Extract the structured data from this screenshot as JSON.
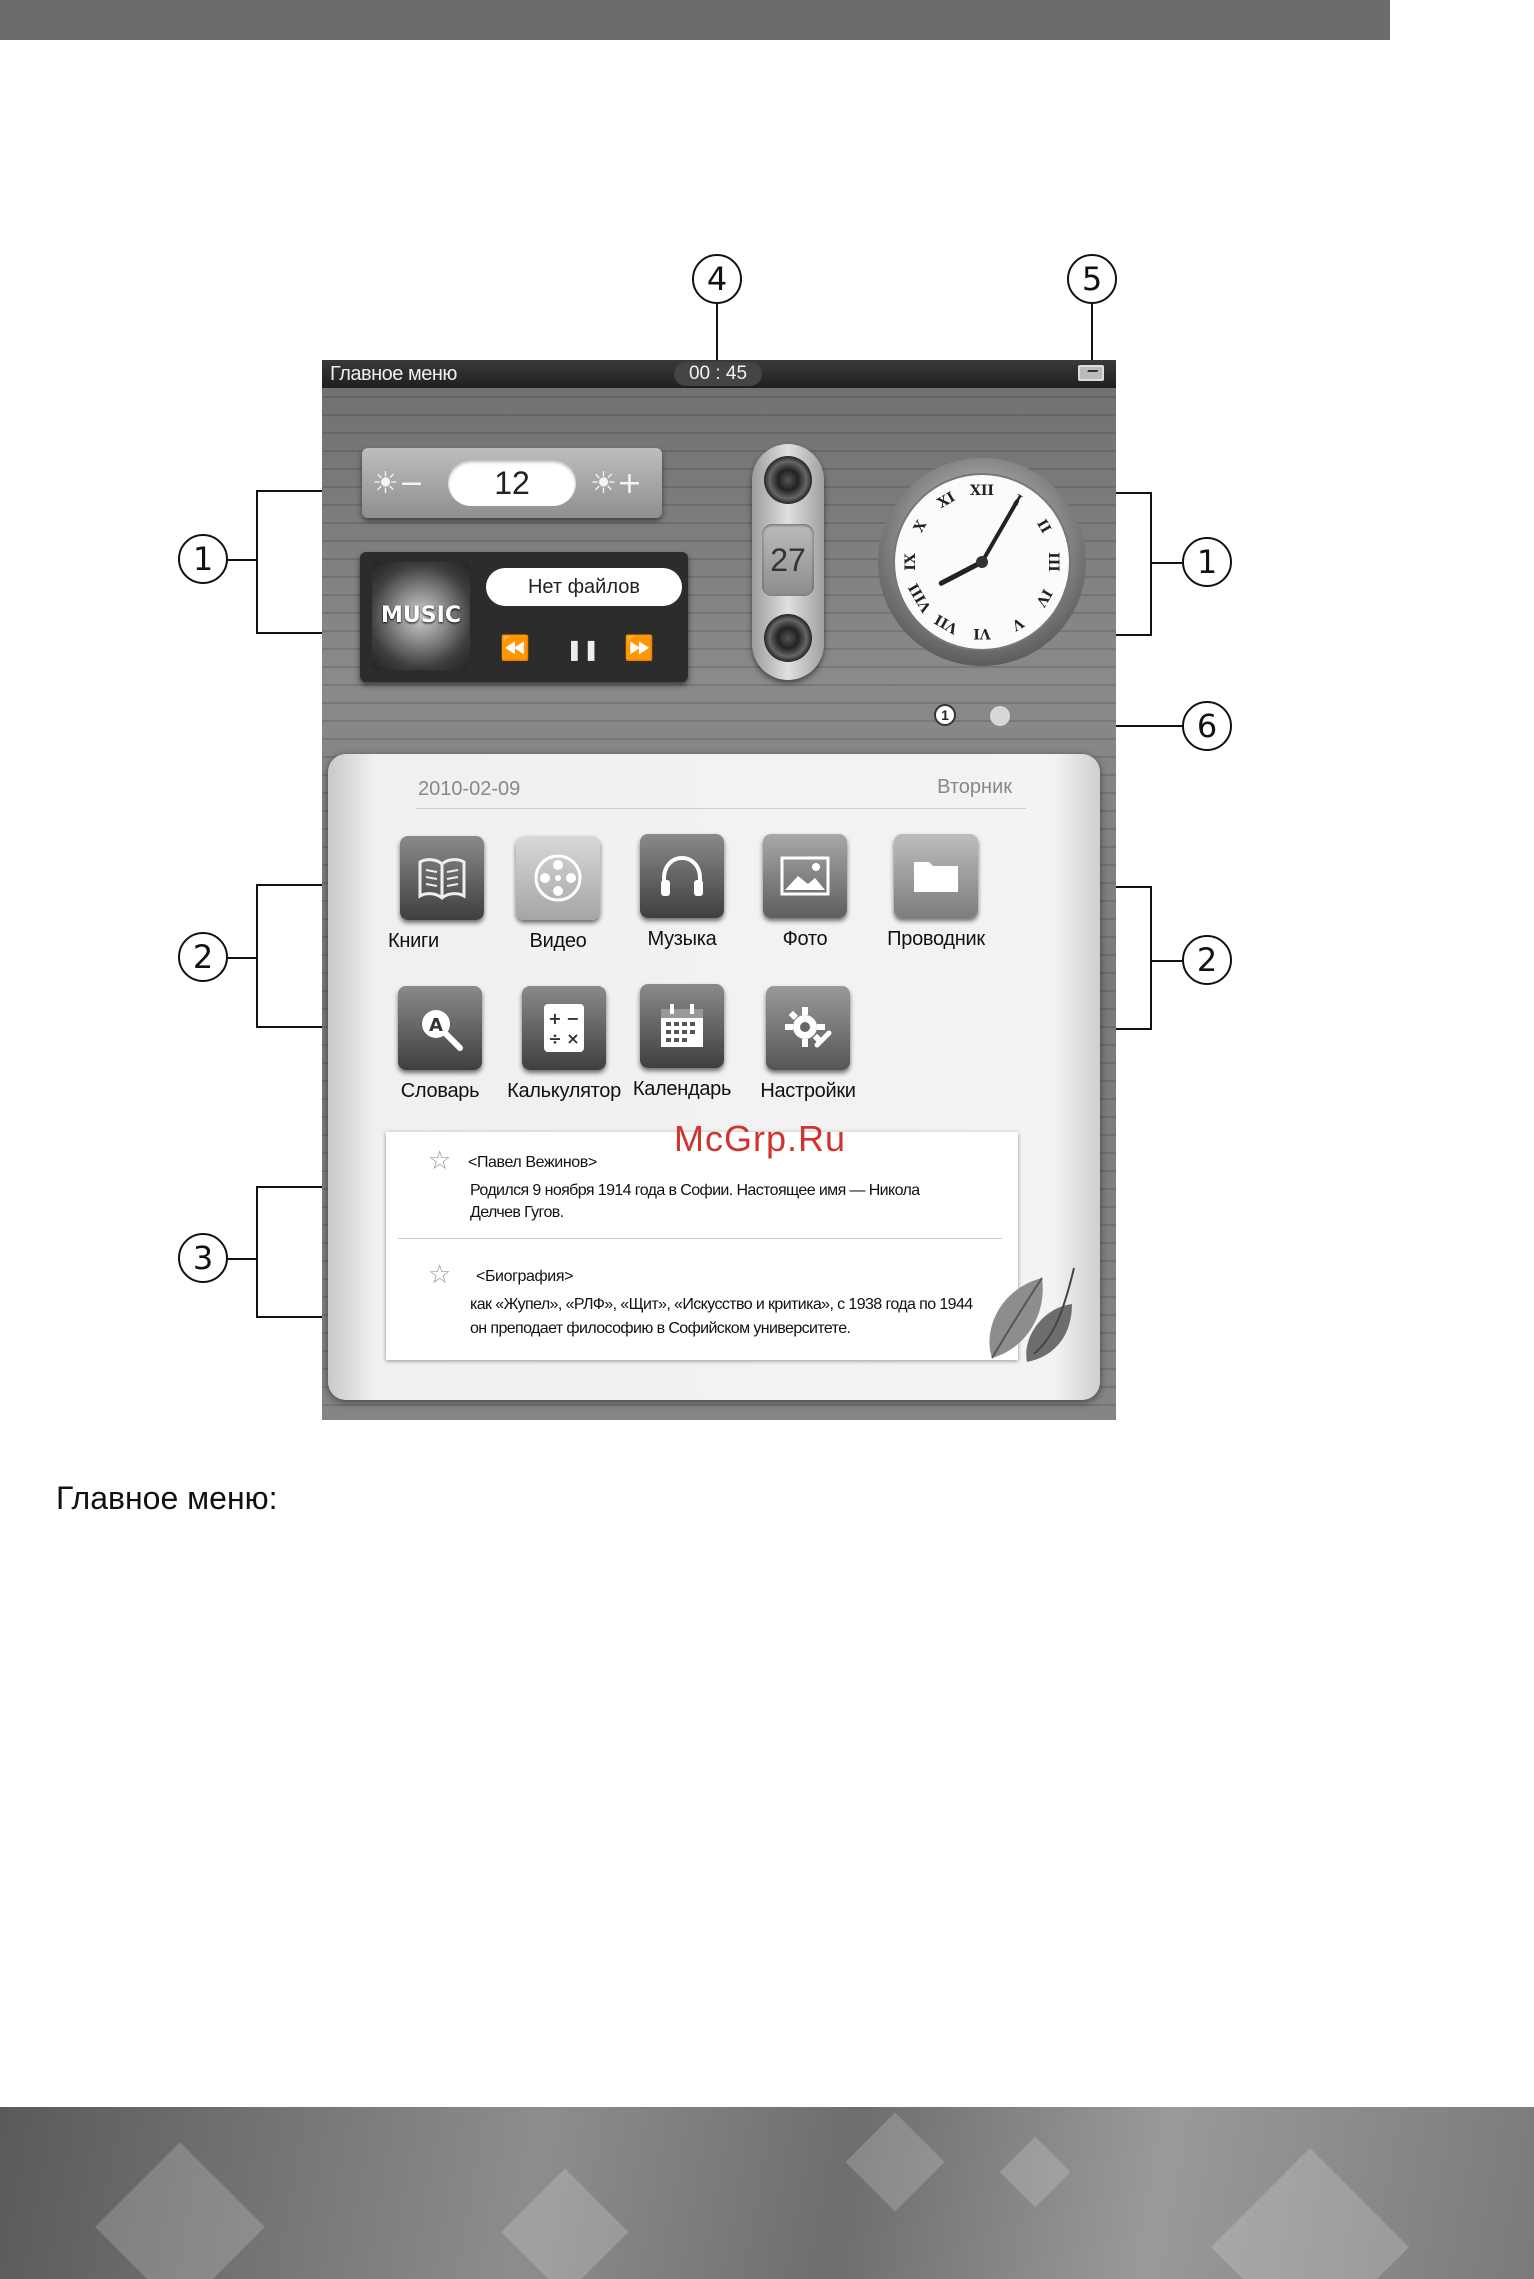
{
  "status_bar": {
    "title": "Главное меню",
    "time": "00 : 45",
    "battery_icon": "battery-charging-icon"
  },
  "widgets": {
    "brightness": {
      "minus_label": "☀−",
      "plus_label": "☀+",
      "value": "12"
    },
    "music": {
      "disc_label": "MUSIC",
      "track": "Нет файлов",
      "controls": [
        "⏪",
        "❚❚",
        "⏩"
      ]
    },
    "calendar": {
      "day": "27"
    },
    "clock": {
      "hour": 8,
      "minute": 5,
      "numerals": [
        "XII",
        "I",
        "II",
        "III",
        "IV",
        "V",
        "VI",
        "VII",
        "VIII",
        "IX",
        "X",
        "XI"
      ]
    }
  },
  "pager": {
    "current": "1"
  },
  "panel": {
    "date": "2010-02-09",
    "weekday": "Вторник",
    "apps": [
      {
        "label": "Книги",
        "icon": "book-icon"
      },
      {
        "label": "Видео",
        "icon": "film-reel-icon"
      },
      {
        "label": "Музыка",
        "icon": "headphones-icon"
      },
      {
        "label": "Фото",
        "icon": "picture-icon"
      },
      {
        "label": "Проводник",
        "icon": "folder-icon"
      },
      {
        "label": "Словарь",
        "icon": "magnifier-icon"
      },
      {
        "label": "Калькулятор",
        "icon": "calculator-icon"
      },
      {
        "label": "Календарь",
        "icon": "calendar-icon"
      },
      {
        "label": "Настройки",
        "icon": "gear-icon"
      }
    ],
    "notes": [
      {
        "title": "<Павел Вежинов>",
        "line1": "Родился 9 ноября 1914 года в Софии. Настоящее имя — Никола",
        "line2": "Делчев Гугов."
      },
      {
        "title": "<Биография>",
        "line1": "как «Жупел», «РЛФ», «Щит», «Искусство и критика», с 1938 года по 1944",
        "line2": "он преподает философию в Софийском университете."
      }
    ]
  },
  "callouts": [
    "1",
    "1",
    "2",
    "2",
    "3",
    "4",
    "5",
    "6"
  ],
  "watermark": "McGrp.Ru",
  "caption": "Главное меню:",
  "colors": {
    "top_bar": "#6b6b6b",
    "watermark": "#d0342c"
  }
}
